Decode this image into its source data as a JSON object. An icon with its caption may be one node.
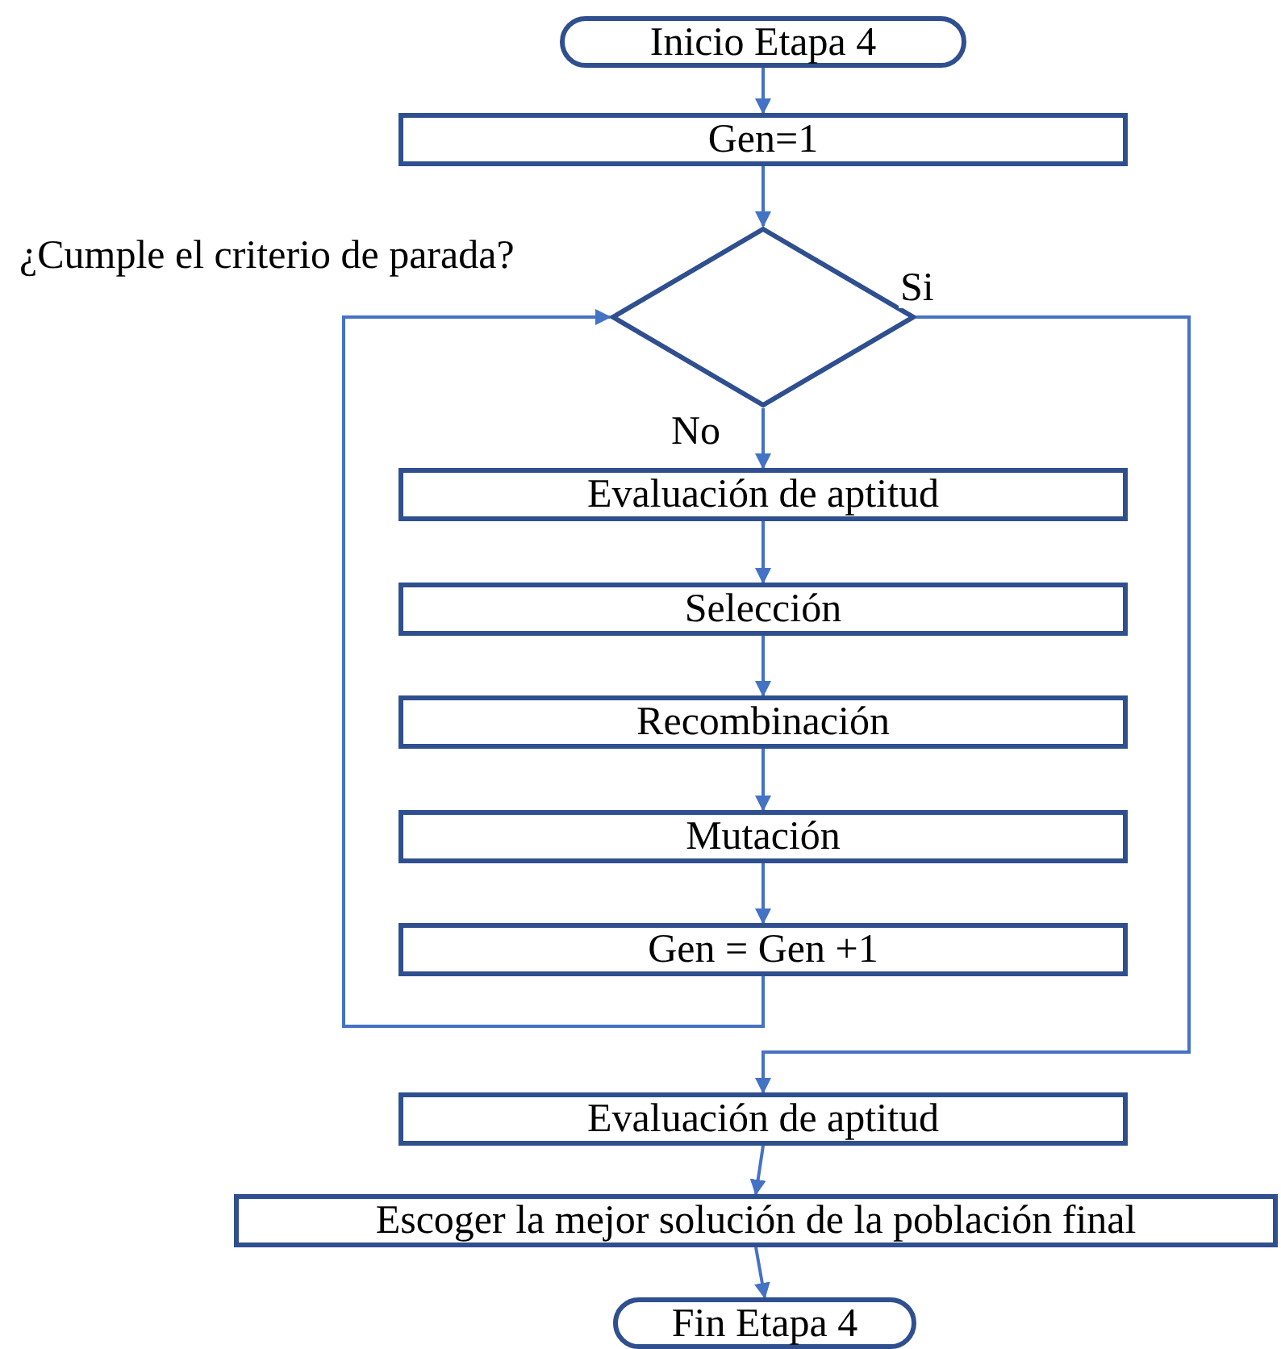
{
  "diagram": {
    "nodes": [
      {
        "text": [
          "Inicio Etapa 4"
        ]
      },
      {
        "text": [
          "Gen=1"
        ]
      },
      {
        "text": [
          "¿Cumple el criterio de parada?"
        ]
      },
      {
        "text": [
          "Evaluación de aptitud"
        ]
      },
      {
        "text": [
          "Selección"
        ]
      },
      {
        "text": [
          "Recombinación"
        ]
      },
      {
        "text": [
          "Mutación"
        ]
      },
      {
        "text": [
          "Gen = Gen +1"
        ]
      },
      {
        "text": [
          "Evaluación de aptitud"
        ]
      },
      {
        "text": [
          "Escoger la mejor solución de la población final"
        ]
      },
      {
        "text": [
          "Fin Etapa 4"
        ]
      }
    ],
    "edges": [
      {
        "from": 0,
        "to": 1,
        "arrow": "to"
      },
      {
        "from": 1,
        "to": 2,
        "arrow": "to"
      },
      {
        "from": 2,
        "to": 3,
        "arrow": "to",
        "label": "No"
      },
      {
        "from": 3,
        "to": 4,
        "arrow": "to"
      },
      {
        "from": 4,
        "to": 5,
        "arrow": "to"
      },
      {
        "from": 5,
        "to": 6,
        "arrow": "to"
      },
      {
        "from": 6,
        "to": 7,
        "arrow": "to"
      },
      {
        "from": 7,
        "to": 2,
        "arrow": "to"
      },
      {
        "from": 2,
        "to": 8,
        "arrow": "to",
        "label": "Si"
      },
      {
        "from": 8,
        "to": 9,
        "arrow": "to"
      },
      {
        "from": 9,
        "to": 10,
        "arrow": "to"
      }
    ]
  }
}
